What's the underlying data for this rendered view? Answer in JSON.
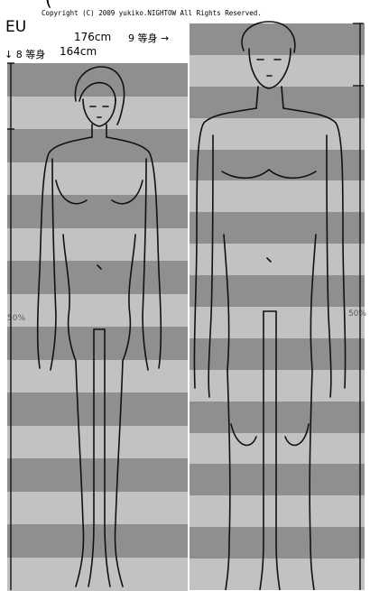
{
  "header": {
    "partial_top": "(",
    "copyright": "Copyright (C) 2009 yukiko.NIGHTOW  All Rights Reserved.",
    "region": "EU",
    "tall_height": "176cm",
    "tall_heads": "9 等身 →",
    "short_heads": "↓ 8 等身",
    "short_height": "164cm"
  },
  "markers": {
    "left_half": "50%",
    "right_half": "50%"
  },
  "colors": {
    "stripe_dark": "#8f8f8f",
    "stripe_light": "#c2c2c2",
    "line": "#111111",
    "background": "#ffffff"
  },
  "figures": [
    {
      "name": "female",
      "heads": 8,
      "height_cm": 164
    },
    {
      "name": "male",
      "heads": 9,
      "height_cm": 176
    }
  ]
}
